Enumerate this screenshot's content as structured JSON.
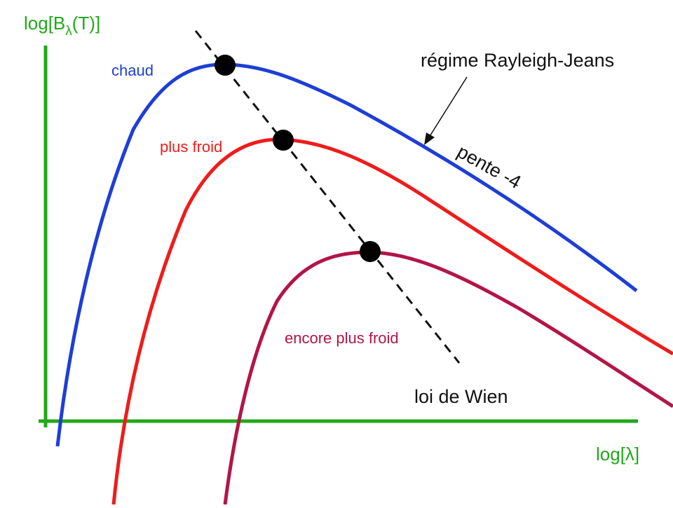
{
  "colors": {
    "axis": "#22a81a",
    "hot": "#1e3ed6",
    "cold": "#ee1c1c",
    "colder": "#b31546",
    "text": "#111111",
    "marker": "#000000"
  },
  "axes": {
    "y_label_main": "log[B",
    "y_label_sub": "λ",
    "y_label_end": "(T)]",
    "x_label": "log[λ]"
  },
  "curves": {
    "hot_label": "chaud",
    "cold_label": "plus froid",
    "colder_label": "encore plus froid"
  },
  "annotations": {
    "rayleigh_jeans": "régime Rayleigh-Jeans",
    "slope": "pente -4",
    "wien": "loi de Wien"
  }
}
